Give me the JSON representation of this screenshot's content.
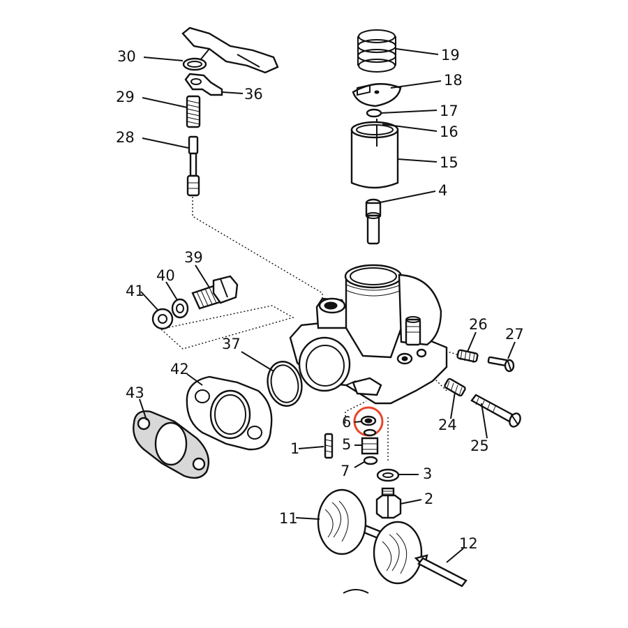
{
  "diagram": {
    "highlight_color": "#e8452a",
    "line_color": "#111111",
    "background": "#ffffff",
    "parts": {
      "p30": "30",
      "p36": "36",
      "p29": "29",
      "p28": "28",
      "p19": "19",
      "p18": "18",
      "p17": "17",
      "p16": "16",
      "p15": "15",
      "p4": "4",
      "p39": "39",
      "p40": "40",
      "p41": "41",
      "p26": "26",
      "p27": "27",
      "p24": "24",
      "p25": "25",
      "p37": "37",
      "p42": "42",
      "p43": "43",
      "p6": "6",
      "p5": "5",
      "p7": "7",
      "p1": "1",
      "p3": "3",
      "p2": "2",
      "p11": "11",
      "p12": "12"
    }
  }
}
